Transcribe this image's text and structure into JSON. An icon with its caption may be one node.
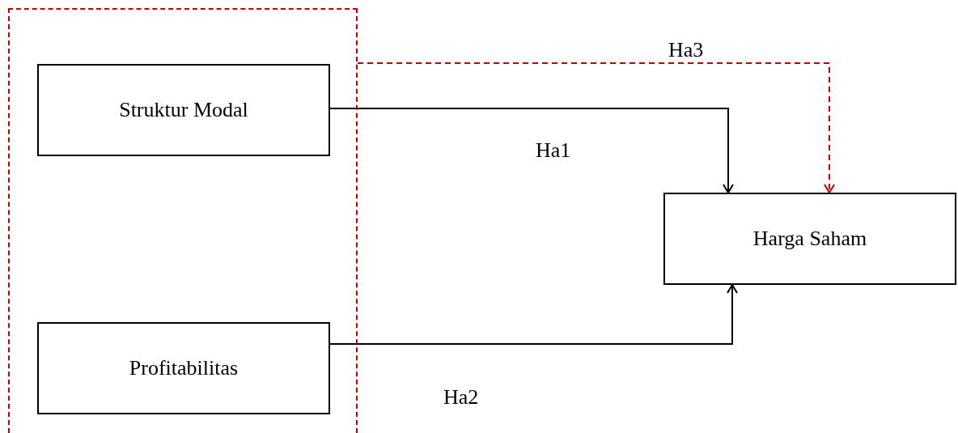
{
  "diagram": {
    "nodes": [
      {
        "text": [],
        "shape": "box"
      },
      {
        "text": [
          "Struktur Modal"
        ],
        "in": 0
      },
      {
        "text": [
          "Profitabilitas"
        ],
        "in": 0
      },
      {
        "text": [
          "Harga Saham"
        ]
      }
    ],
    "edges": [
      {
        "from": 1,
        "to": 3,
        "arrow": "to",
        "label": "Ha1"
      },
      {
        "from": 2,
        "to": 3,
        "arrow": "to",
        "label": "Ha2"
      },
      {
        "from": 0,
        "to": 3,
        "arrow": "to",
        "label": "Ha3",
        "style": "dashed",
        "color": "#c00000"
      }
    ]
  }
}
